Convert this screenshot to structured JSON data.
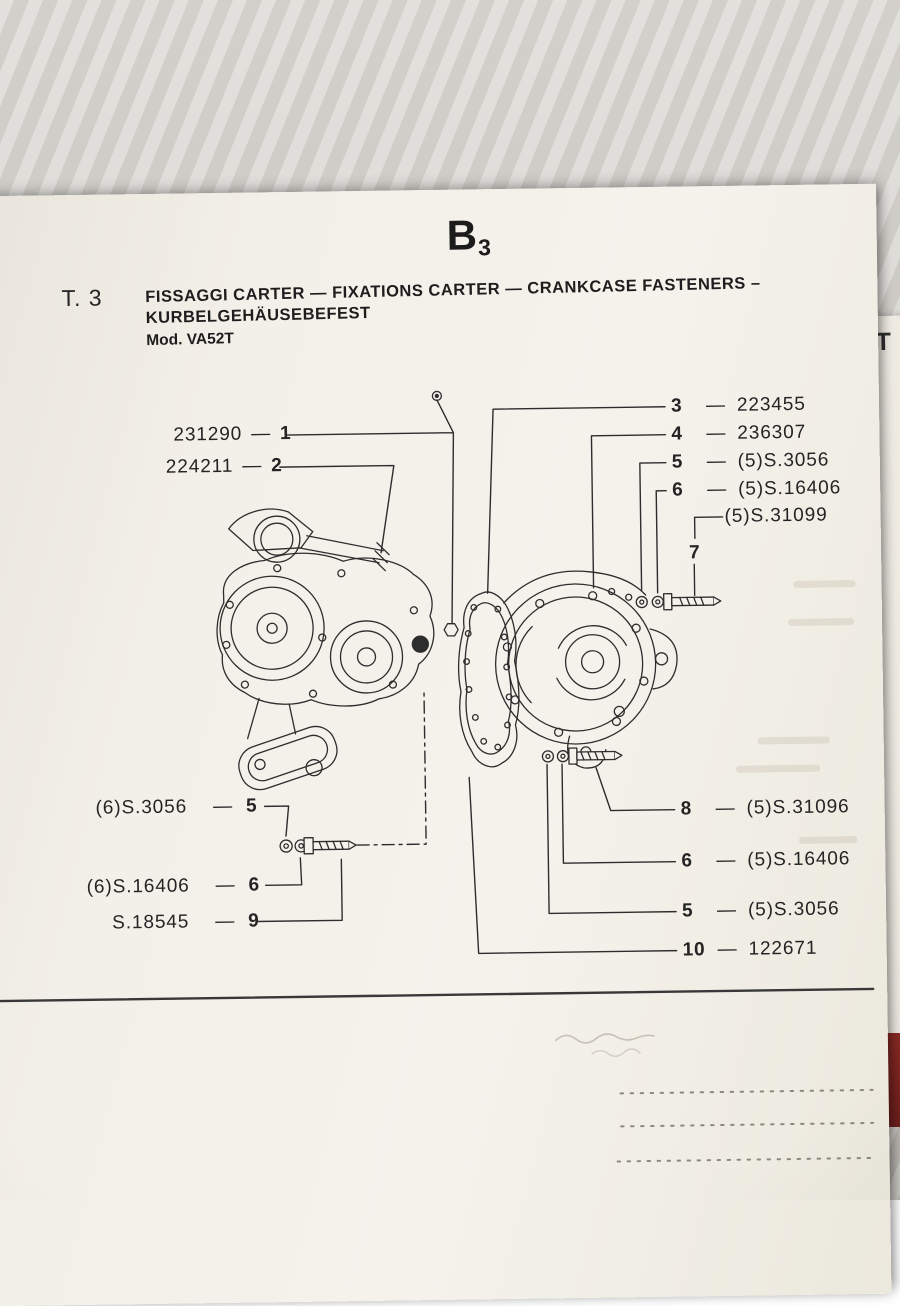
{
  "misc": {
    "dash": "—"
  },
  "header": {
    "section_letter": "B",
    "section_number": "3",
    "table_ref": "T. 3"
  },
  "title": {
    "line1": "FISSAGGI CARTER — FIXATIONS CARTER — CRANKCASE FASTENERS –",
    "line2": "KURBELGEHÄUSEBEFEST",
    "model": "Mod. VA52T"
  },
  "callouts": {
    "left": [
      {
        "part": "231290",
        "num": "1"
      },
      {
        "part": "224211",
        "num": "2"
      },
      {
        "part": "(6)S.3056",
        "num": "5"
      },
      {
        "part": "(6)S.16406",
        "num": "6"
      },
      {
        "part": "S.18545",
        "num": "9"
      }
    ],
    "right_top": [
      {
        "num": "3",
        "part": "223455"
      },
      {
        "num": "4",
        "part": "236307"
      },
      {
        "num": "5",
        "part": "(5)S.3056"
      },
      {
        "num": "6",
        "part": "(5)S.16406"
      }
    ],
    "right_top_extra": {
      "part": "(5)S.31099",
      "num": "7"
    },
    "right_bottom": [
      {
        "num": "8",
        "part": "(5)S.31096"
      },
      {
        "num": "6",
        "part": "(5)S.16406"
      },
      {
        "num": "5",
        "part": "(5)S.3056"
      },
      {
        "num": "10",
        "part": "122671"
      }
    ]
  },
  "adjacent_page": {
    "marker": "T"
  }
}
